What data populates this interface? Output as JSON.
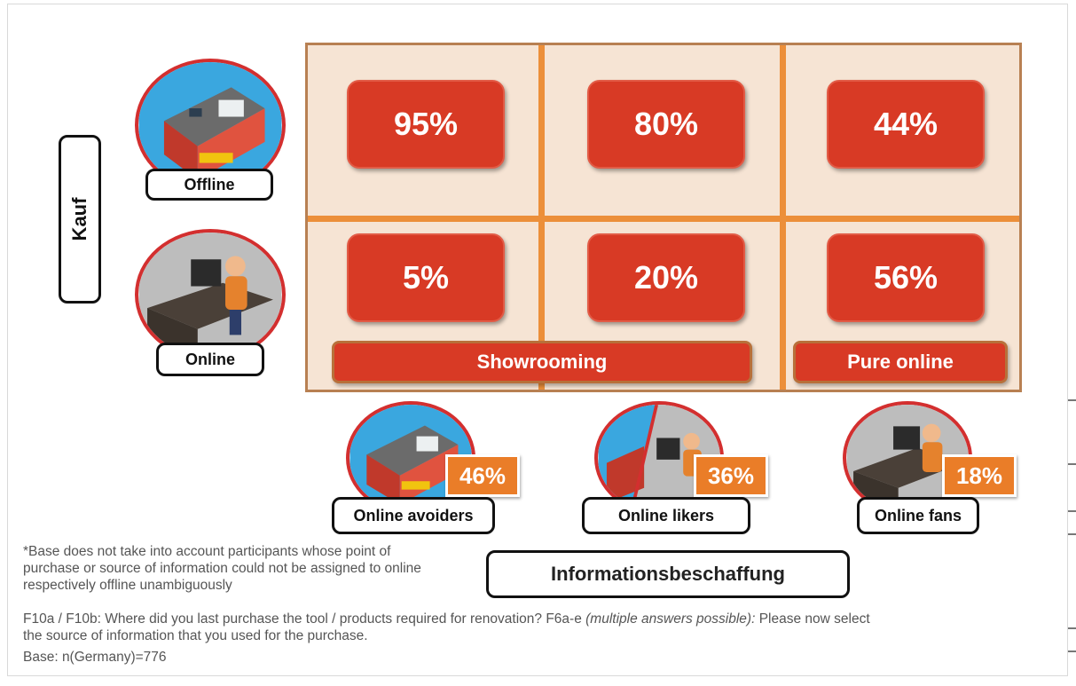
{
  "axes": {
    "vertical": "Kauf",
    "horizontal": "Informationsbeschaffung"
  },
  "rows": [
    {
      "label": "Offline",
      "icon": "mall-icon",
      "values": [
        "95%",
        "80%",
        "44%"
      ]
    },
    {
      "label": "Online",
      "icon": "computer-user-icon",
      "values": [
        "5%",
        "20%",
        "56%"
      ]
    }
  ],
  "banners": {
    "showrooming": "Showrooming",
    "pure_online": "Pure online"
  },
  "segments": [
    {
      "label": "Online avoiders",
      "share": "46%",
      "icon": "mall-icon"
    },
    {
      "label": "Online likers",
      "share": "36%",
      "icon": "mall-and-computer-user-icon"
    },
    {
      "label": "Online fans",
      "share": "18%",
      "icon": "computer-user-icon"
    }
  ],
  "notes": {
    "base_note": "*Base does not take into account participants whose point of purchase or source of information could not be assigned to online respectively offline unambiguously",
    "question_part1": "F10a / F10b: Where did you last purchase the tool / products required for renovation? F6a-e ",
    "question_italic": "(multiple answers possible):",
    "question_part2": " Please now select the source of information that  you used for the purchase.",
    "base": "Base: n(Germany)=776"
  },
  "colors": {
    "cell_red": "#d83a25",
    "matrix_bg": "#f6e4d4",
    "divider_orange": "#ec8f3a",
    "badge_orange": "#ea7d28",
    "circle_border": "#d32f2f"
  }
}
